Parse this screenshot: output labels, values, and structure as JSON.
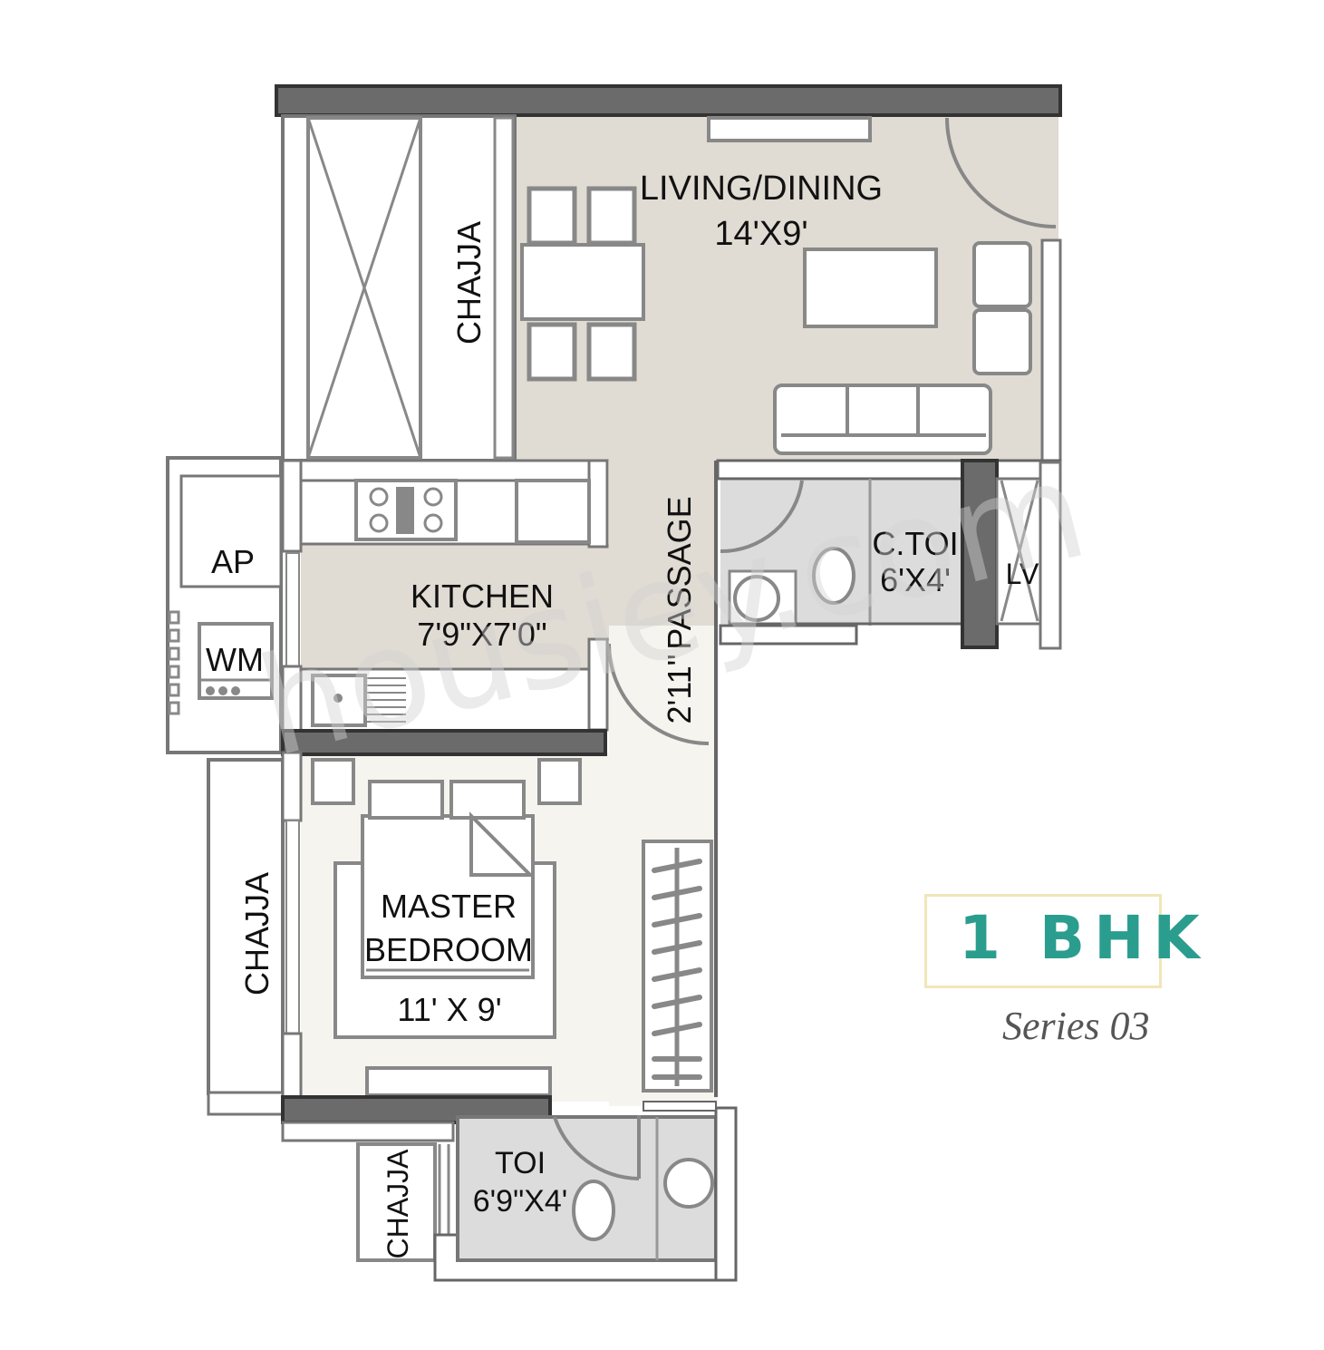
{
  "plan": {
    "type": "1 BHK",
    "series": "Series 03",
    "watermark": "housiey.com",
    "colors": {
      "living_fill": "#e0dbd3",
      "bedroom_fill": "#f6f4ef",
      "toilet_fill": "#dcdcdc",
      "wall_dark": "#6b6b6b",
      "outline": "#808080",
      "accent": "#2a9d8f",
      "badge_border": "#f1e6b8"
    }
  },
  "rooms": {
    "living": {
      "name": "LIVING/DINING",
      "size": "14'X9'"
    },
    "kitchen": {
      "name": "KITCHEN",
      "size": "7'9\"X7'0\""
    },
    "passage": {
      "name": "PASSAGE",
      "size": "2'11\""
    },
    "ctoi": {
      "name": "C.TOI",
      "size": "6'X4'"
    },
    "lv": {
      "name": "LV"
    },
    "ap": {
      "name": "AP"
    },
    "wm": {
      "name": "WM"
    },
    "bedroom": {
      "name_line1": "MASTER",
      "name_line2": "BEDROOM",
      "size": "11' X 9'"
    },
    "toi": {
      "name": "TOI",
      "size": "6'9\"X4'"
    },
    "chajja_top": {
      "name": "CHAJJA"
    },
    "chajja_left": {
      "name": "CHAJJA"
    },
    "chajja_bottom": {
      "name": "CHAJJA"
    }
  }
}
